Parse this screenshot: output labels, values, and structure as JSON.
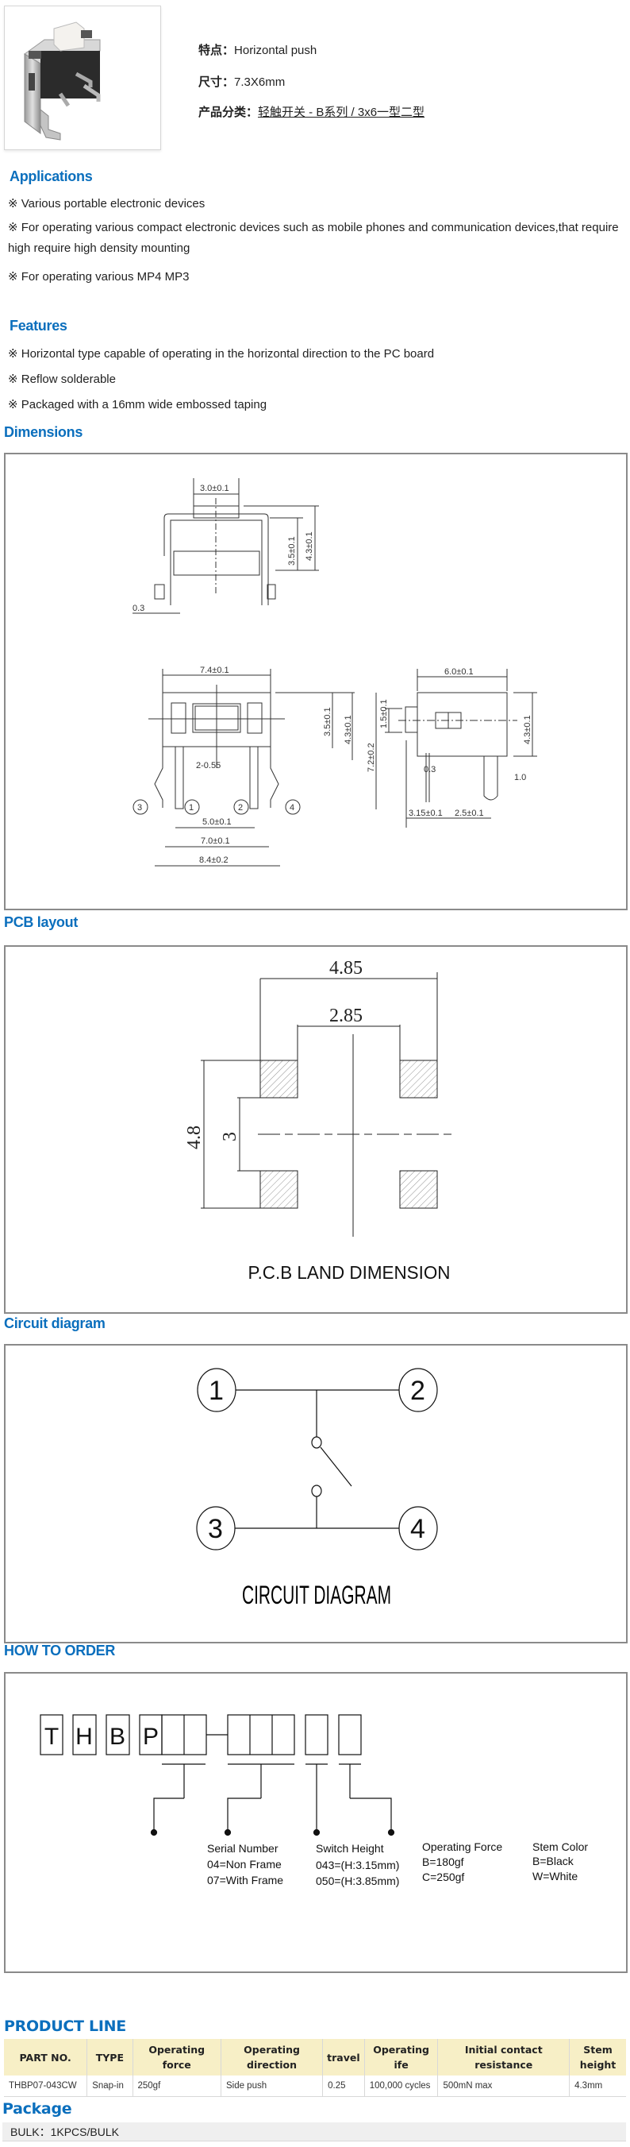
{
  "product": {
    "image_alt": "tact-switch-photo",
    "specs": [
      {
        "label": "特点：",
        "value": "Horizontal push"
      },
      {
        "label": "尺寸：",
        "value": "7.3X6mm"
      },
      {
        "label": "产品分类：",
        "value": "轻触开关 - B系列 / 3x6一型二型"
      }
    ]
  },
  "applications": {
    "title": "Applications",
    "items": [
      "※ Various portable electronic devices",
      "※ For operating various compact electronic devices such as mobile phones and communication devices,that require high require high density mounting",
      "※ For operating various MP4 MP3"
    ]
  },
  "features": {
    "title": "Features",
    "items": [
      "※ Horizontal type capable of operating in the horizontal direction to the PC board",
      "※ Reflow solderable",
      "※ Packaged with a 16mm wide embossed taping"
    ]
  },
  "dimensions": {
    "title": "Dimensions",
    "side_view": {
      "stem_width": "3.0±0.1",
      "height_a": "3.5±0.1",
      "height_b": "4.3±0.1",
      "lead": "0.3"
    },
    "front_view": {
      "width_top": "7.4±0.1",
      "h1": "3.5±0.1",
      "h2": "4.3±0.1",
      "h3": "7.2±0.2",
      "pin_width": "2-0.55",
      "pitch_inner": "5.0±0.1",
      "pitch_outer": "7.0±0.1",
      "overall": "8.4±0.2",
      "pins": [
        "1",
        "2",
        "3",
        "4"
      ]
    },
    "top_view": {
      "width": "6.0±0.1",
      "stem": "1.5±0.1",
      "height": "4.3±0.1",
      "lead": "0.3",
      "tab": "1.0",
      "off1": "3.15±0.1",
      "off2": "2.5±0.1"
    }
  },
  "pcb": {
    "title": "PCB layout",
    "dim_outer_w": "4.85",
    "dim_inner_w": "2.85",
    "dim_outer_h": "4.8",
    "dim_inner_h": "3",
    "caption": "P.C.B LAND DIMENSION"
  },
  "circuit": {
    "title": "Circuit diagram",
    "pins": [
      "1",
      "2",
      "3",
      "4"
    ],
    "caption": "CIRCUIT DIAGRAM"
  },
  "order": {
    "title": "HOW TO ORDER",
    "letters": [
      "T",
      "H",
      "B",
      "P"
    ],
    "groups": [
      {
        "title": "Serial Number",
        "lines": [
          "04=Non Frame",
          "07=With Frame"
        ]
      },
      {
        "title": "Switch Height",
        "lines": [
          "043=(H:3.15mm)",
          "050=(H:3.85mm)"
        ]
      },
      {
        "title": "Operating Force",
        "lines": [
          "B=180gf",
          "C=250gf"
        ]
      },
      {
        "title": "Stem Color",
        "lines": [
          "B=Black",
          "W=White"
        ]
      }
    ]
  },
  "product_line": {
    "title": "PRODUCT LINE",
    "headers": [
      "PART NO.",
      "TYPE",
      "Operating force",
      "Operating direction",
      "travel",
      "Operating ife",
      "Initial contact resistance",
      "Stem height"
    ],
    "rows": [
      [
        "THBP07-043CW",
        "Snap-in",
        "250gf",
        "Side push",
        "0.25",
        "100,000 cycles",
        "500mN max",
        "4.3mm"
      ]
    ]
  },
  "package": {
    "title": "Package",
    "value": "BULK：1KPCS/BULK"
  }
}
